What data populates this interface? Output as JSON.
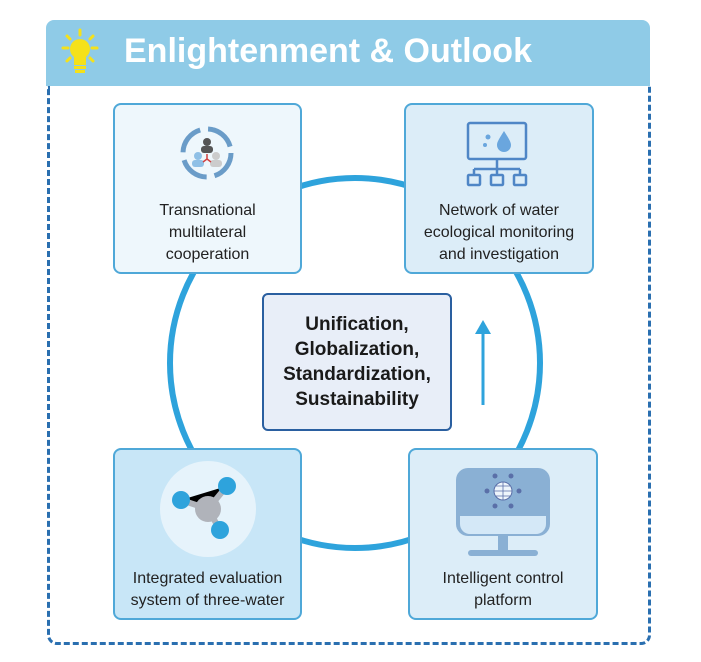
{
  "header": {
    "title": "Enlightenment & Outlook",
    "icon": "lightbulb-icon"
  },
  "center": {
    "lines": [
      "Unification,",
      "Globalization,",
      "Standardization,",
      "Sustainability"
    ]
  },
  "nodes": [
    {
      "label": [
        "Transnational",
        "multilateral",
        "cooperation"
      ],
      "icon": "people-cooperation-icon"
    },
    {
      "label": [
        "Network of water",
        "ecological monitoring",
        "and investigation"
      ],
      "icon": "monitoring-network-icon"
    },
    {
      "label": [
        "Integrated evaluation",
        "system of three-water"
      ],
      "icon": "molecule-icon"
    },
    {
      "label": [
        "Intelligent control",
        "platform"
      ],
      "icon": "monitor-globe-icon"
    }
  ],
  "colors": {
    "header": "#8fcbe7",
    "ring": "#2ea3dc",
    "frame": "#2a6fb0",
    "bulb": "#f5e11a"
  }
}
